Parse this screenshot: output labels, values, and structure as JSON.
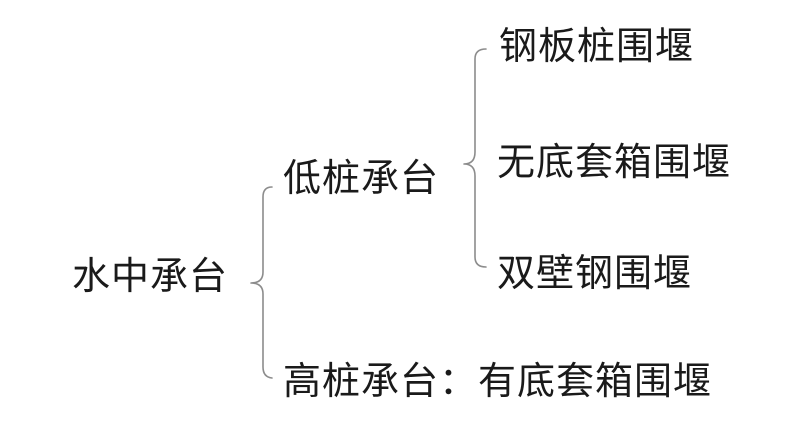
{
  "colors": {
    "background": "#ffffff",
    "text": "#1a1a1a",
    "brace": "#8c8c8c"
  },
  "nodes": {
    "root": "水中承台",
    "low_pile": "低桩承台",
    "low_pile_children": [
      "钢板桩围堰",
      "无底套箱围堰",
      "双壁钢围堰"
    ],
    "high_pile": "高桩承台：有底套箱围堰"
  }
}
